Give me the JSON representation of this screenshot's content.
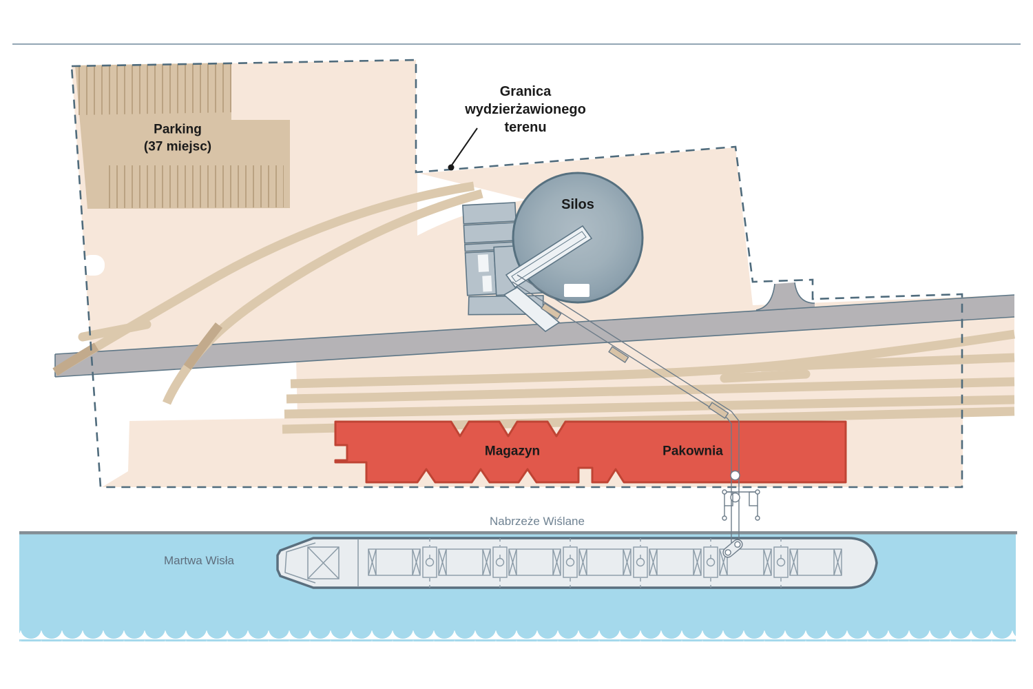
{
  "map": {
    "parking_label": "Parking\n(37 miejsc)",
    "boundary_label": "Granica wydzierżawionego terenu",
    "silo_label": "Silos",
    "warehouse_label": "Magazyn",
    "packing_label": "Pakownia",
    "quay_label": "Nabrzeże Wiślane",
    "river_label": "Martwa Wisła"
  },
  "colors": {
    "site_area": "#f7e7da",
    "parking_fill": "#d8c3a7",
    "parking_hatch": "#b39a78",
    "boundary_dash": "#4f6b7c",
    "road_fill": "#b5b3b6",
    "road_edge": "#5d7686",
    "track": "#dcc9ad",
    "track_on_road": "#c2aa8c",
    "warehouse_fill": "#e1584b",
    "warehouse_border": "#bf4434",
    "silo_center": "#aebcc5",
    "silo_edge": "#7f93a0",
    "silo_border": "#56707f",
    "structure_fill": "#b6c2cb",
    "structure_border": "#5d7585",
    "conveyor_line": "#6d7c89",
    "water": "#a5d9ec",
    "quay_line": "#848e95",
    "ship_fill": "#e9edf0",
    "ship_border": "#5a6f7e",
    "ship_detail": "#8a9aa6",
    "label_dark": "#1a1a1a",
    "label_quay": "#6f8292",
    "label_river": "#5f6e7d",
    "top_rule": "#92a5b4"
  }
}
